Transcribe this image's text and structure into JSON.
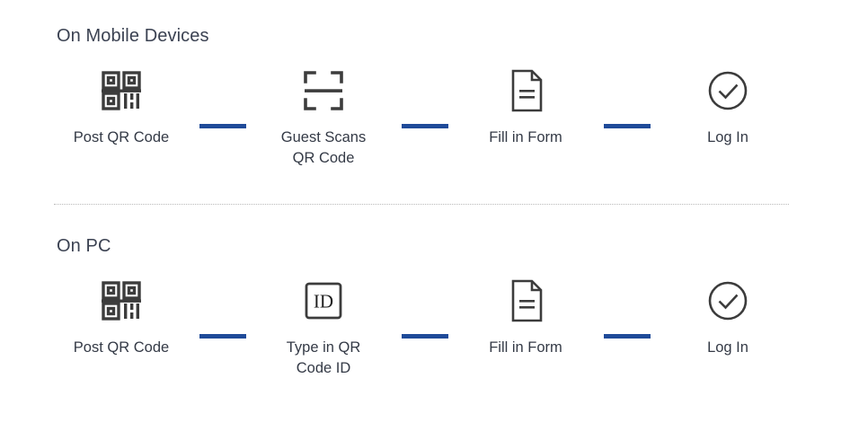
{
  "sections": [
    {
      "title": "On Mobile Devices",
      "steps": [
        {
          "label": "Post QR Code",
          "icon": "qr-code-icon"
        },
        {
          "label": "Guest Scans\nQR Code",
          "icon": "qr-scan-viewfinder-icon"
        },
        {
          "label": "Fill in Form",
          "icon": "document-form-icon"
        },
        {
          "label": "Log In",
          "icon": "check-circle-icon"
        }
      ]
    },
    {
      "title": "On PC",
      "steps": [
        {
          "label": "Post QR Code",
          "icon": "qr-code-icon"
        },
        {
          "label": "Type in QR\nCode ID",
          "icon": "id-box-icon"
        },
        {
          "label": "Fill in Form",
          "icon": "document-form-icon"
        },
        {
          "label": "Log In",
          "icon": "check-circle-icon"
        }
      ]
    }
  ],
  "colors": {
    "connector": "#1F4B99",
    "icon": "#3c3c3c",
    "text": "#343a46",
    "divider": "#b9b9b9",
    "background": "#ffffff"
  }
}
